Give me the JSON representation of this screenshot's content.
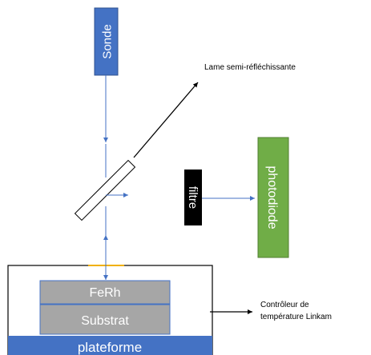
{
  "labels": {
    "probe": "Sonde",
    "beam_splitter": "Lame semi-réfléchissante",
    "filter": "filtre",
    "photodiode": "photodiode",
    "ferh": "FeRh",
    "substrate": "Substrat",
    "platform": "plateforme",
    "controller_line1": "Contrôleur de",
    "controller_line2": "température Linkam"
  },
  "colors": {
    "probe_fill": "#4472c4",
    "probe_border": "#2f528f",
    "beam": "#4472c4",
    "filter_fill": "#000000",
    "photodiode_fill": "#70ad47",
    "photodiode_border": "#507e32",
    "layer_fill": "#a6a6a6",
    "layer_border": "#4472c4",
    "platform_fill": "#4472c4",
    "window": "#f0b000",
    "outline": "#000000"
  }
}
